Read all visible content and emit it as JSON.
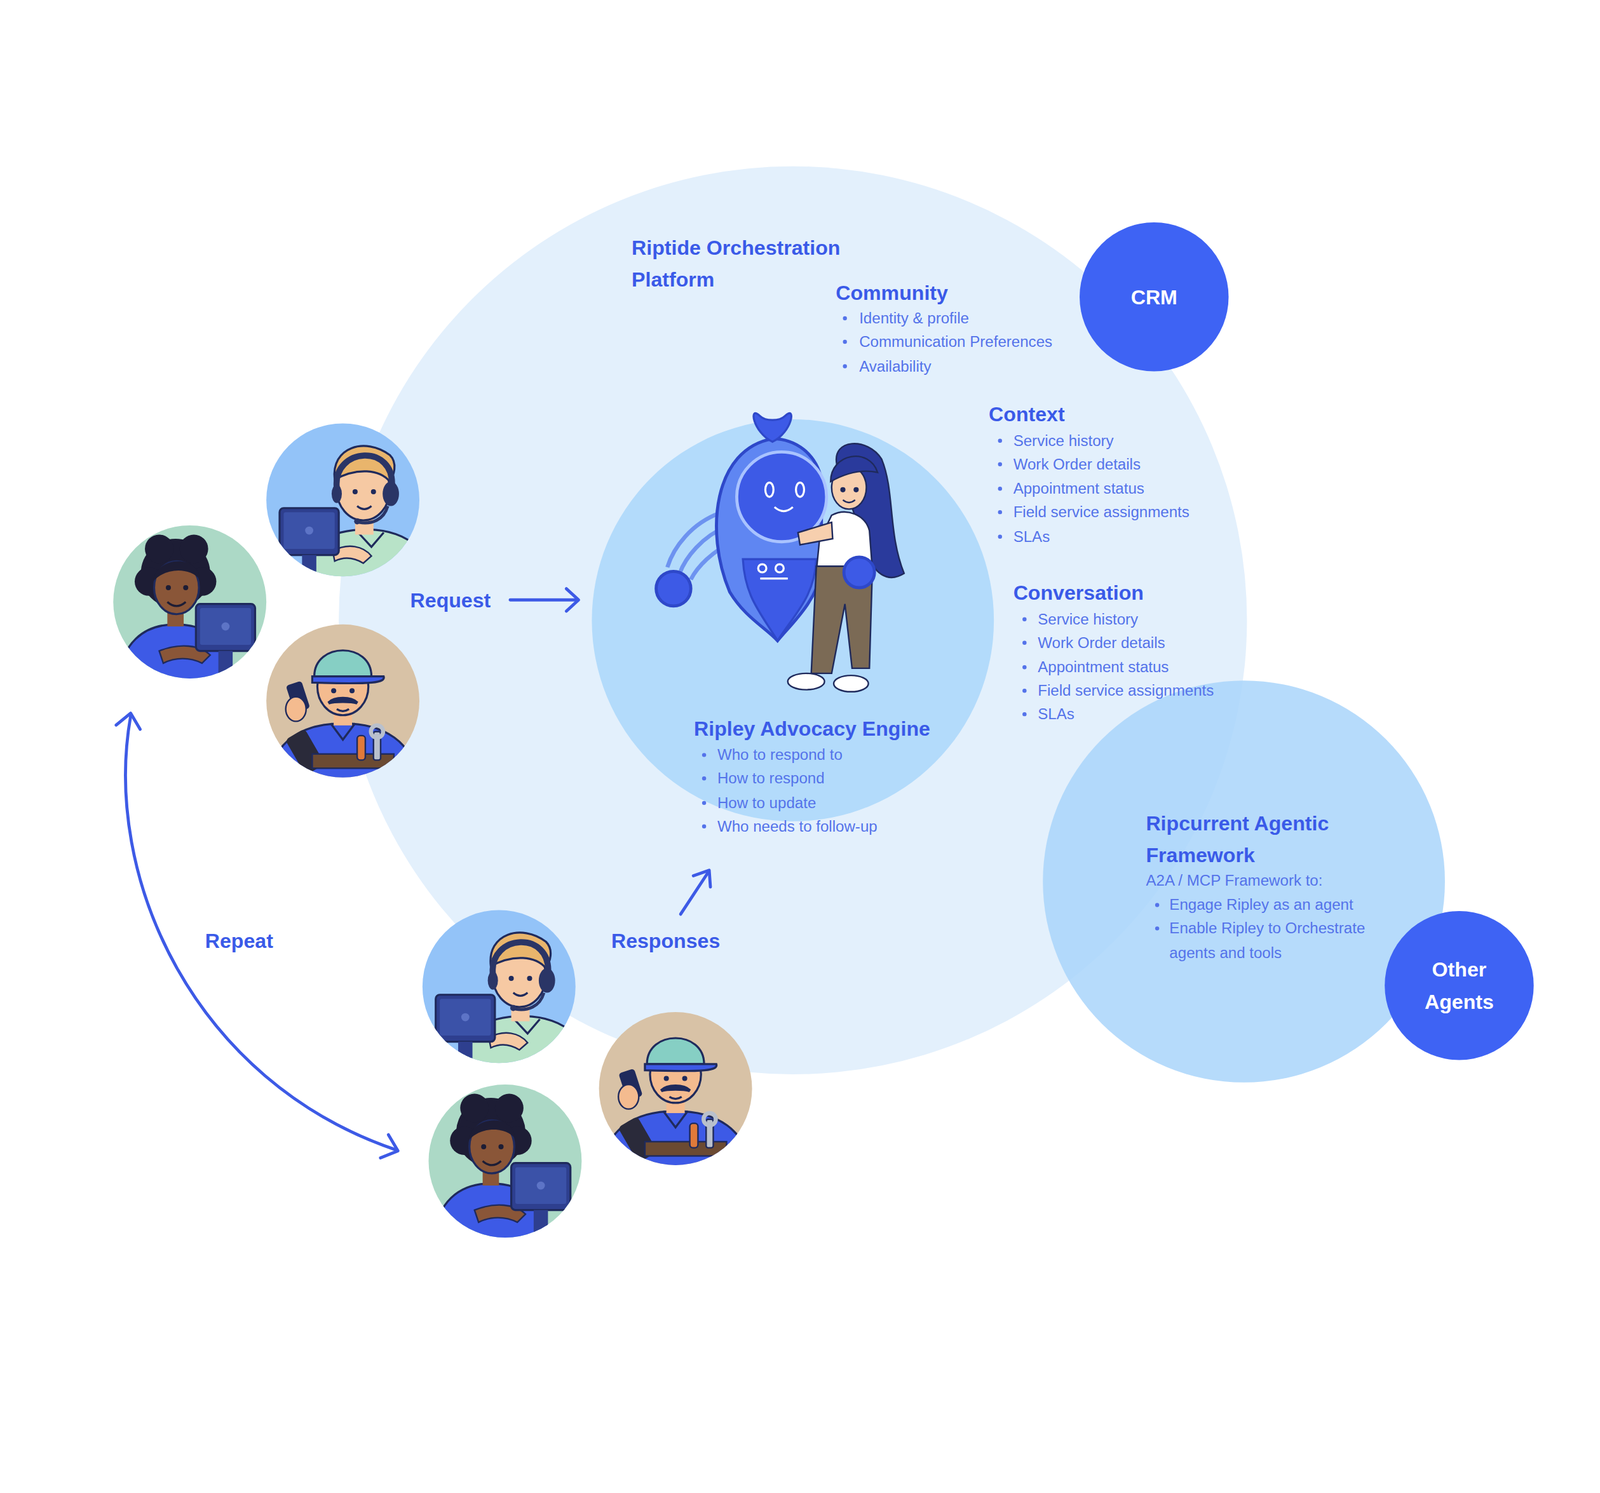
{
  "diagram": {
    "nodes": [
      {
        "text": [
          "Riptide Orchestration Platform",
          "Community",
          "Identity & profile",
          "Communication Preferences",
          "Availability",
          "Context",
          "Service history",
          "Work Order details",
          "Appointment status",
          "Field service assignments",
          "SLAs",
          "Conversation",
          "Service history",
          "Work Order details",
          "Appointment status",
          "Field service assignments",
          "SLAs"
        ]
      },
      {
        "text": [
          "CRM"
        ]
      },
      {
        "text": [
          "Ripley Advocacy Engine",
          "Who to respond to",
          "How to respond",
          "How to update",
          "Who needs to follow-up"
        ],
        "in": 0
      },
      {
        "text": [
          "Ripcurrent Agentic Framework",
          "A2A / MCP Framework to:",
          "Engage Ripley as an agent",
          "Enable Ripley to Orchestrate agents and tools"
        ]
      },
      {
        "text": [
          "Other Agents"
        ]
      }
    ],
    "labels": [
      "Request",
      "Repeat",
      "Responses"
    ]
  }
}
